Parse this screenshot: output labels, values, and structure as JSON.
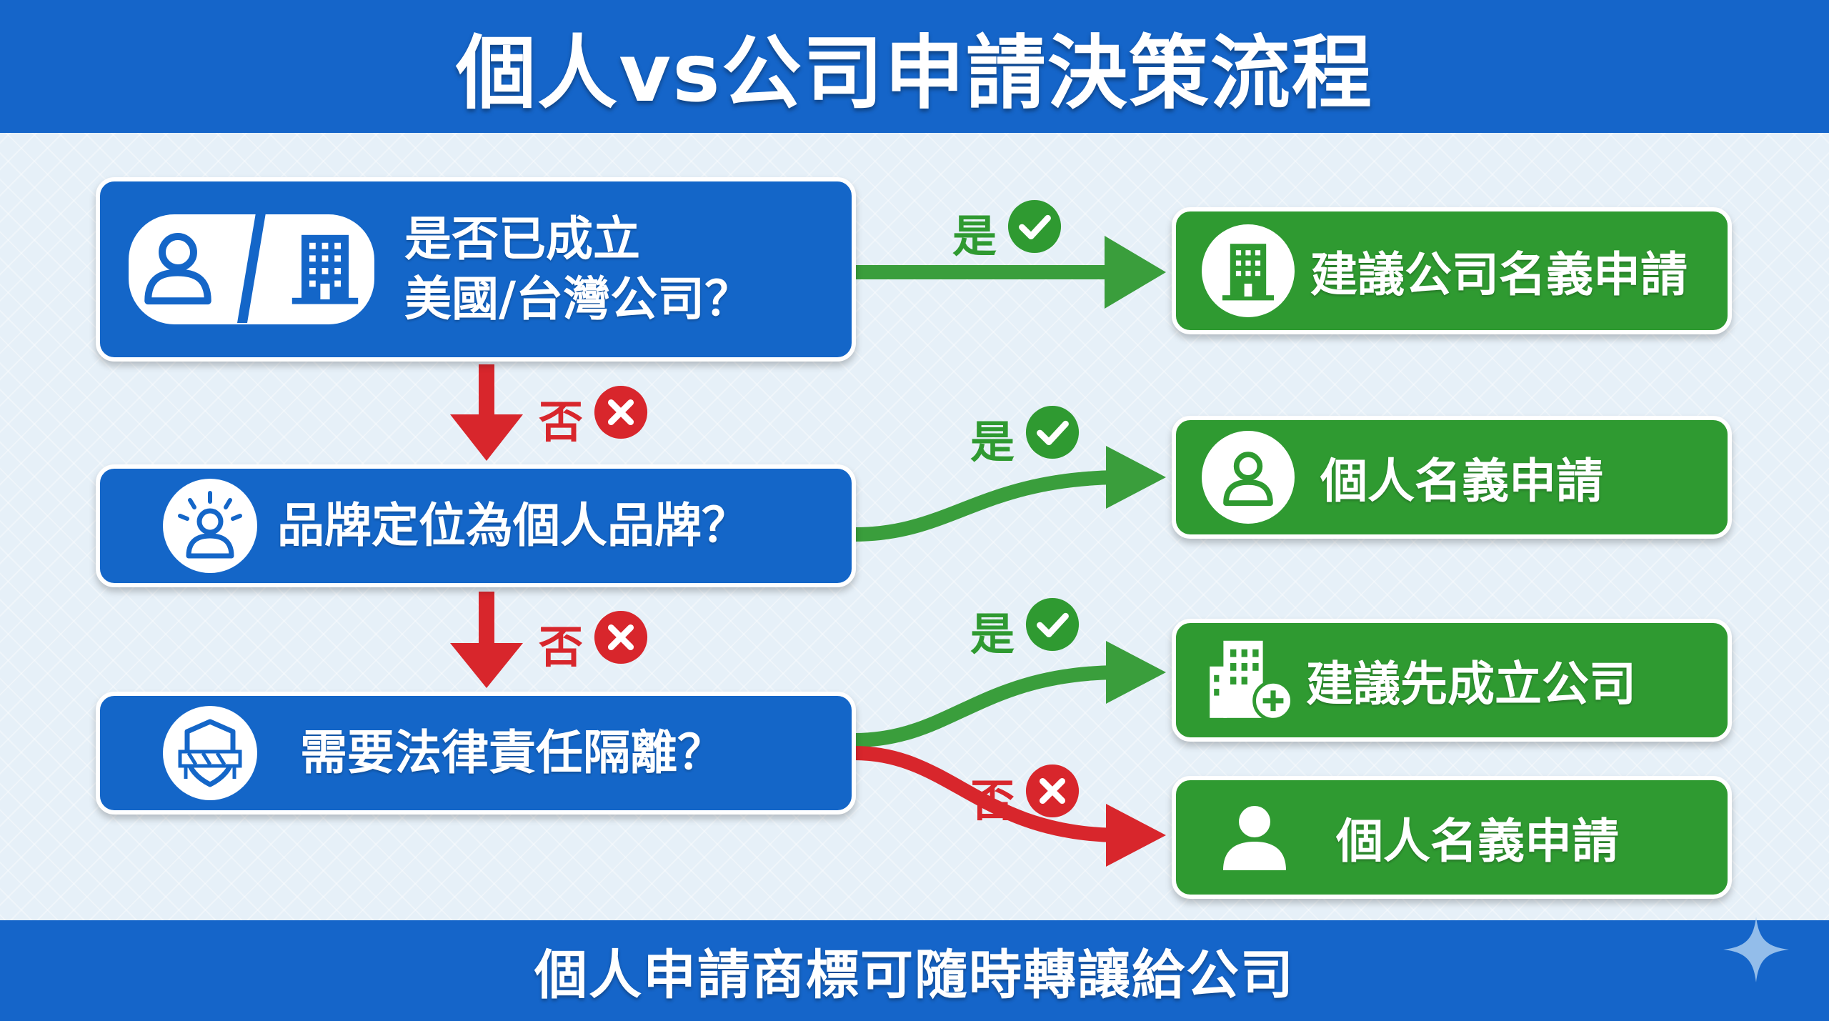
{
  "title": "個人vs公司申請決策流程",
  "footer": "個人申請商標可隨時轉讓給公司",
  "colors": {
    "question_box": "#1466c8",
    "answer_box": "#2f9a31",
    "yes_arrow": "#3a9e3c",
    "no_arrow": "#d8262c",
    "band": "#1565c9",
    "background": "#e6f0f8"
  },
  "questions": [
    {
      "line1": "是否已成立",
      "line2": "美國/台灣公司？",
      "icons": [
        "person-icon",
        "building-icon"
      ]
    },
    {
      "text": "品牌定位為個人品牌？",
      "icon": "person-spotlight-icon"
    },
    {
      "text": "需要法律責任隔離？",
      "icon": "shield-icon"
    }
  ],
  "answers": [
    {
      "text": "建議公司名義申請",
      "icon": "building-icon"
    },
    {
      "text": "個人名義申請",
      "icon": "person-icon"
    },
    {
      "text": "建議先成立公司",
      "icon": "building-plus-icon"
    },
    {
      "text": "個人名義申請",
      "icon": "person-icon"
    }
  ],
  "labels": {
    "yes": "是",
    "no": "否",
    "yes_mark": "check-circle-icon",
    "no_mark": "x-circle-icon"
  },
  "decorations": {
    "corner": "sparkle-icon"
  }
}
